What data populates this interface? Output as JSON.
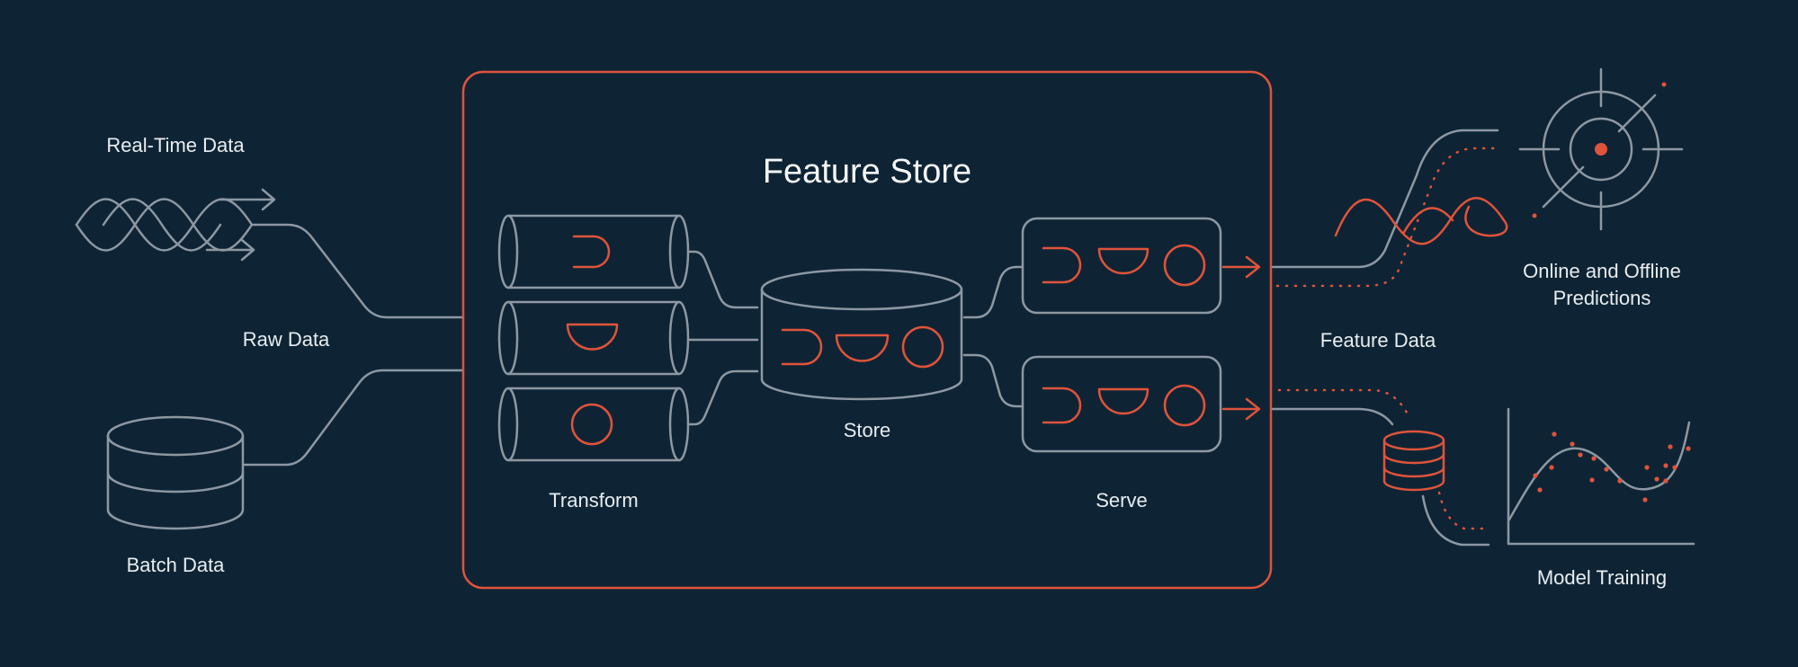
{
  "diagram": {
    "title": "Feature Store",
    "labels": {
      "real_time_data": "Real-Time Data",
      "raw_data": "Raw Data",
      "batch_data": "Batch Data",
      "transform": "Transform",
      "store": "Store",
      "serve": "Serve",
      "feature_data": "Feature Data",
      "predictions_line1": "Online and Offline",
      "predictions_line2": "Predictions",
      "model_training": "Model Training"
    },
    "colors": {
      "background": "#0e2434",
      "accent": "#e0533b",
      "line": "#8d98a3",
      "text": "#e8edf1"
    }
  }
}
